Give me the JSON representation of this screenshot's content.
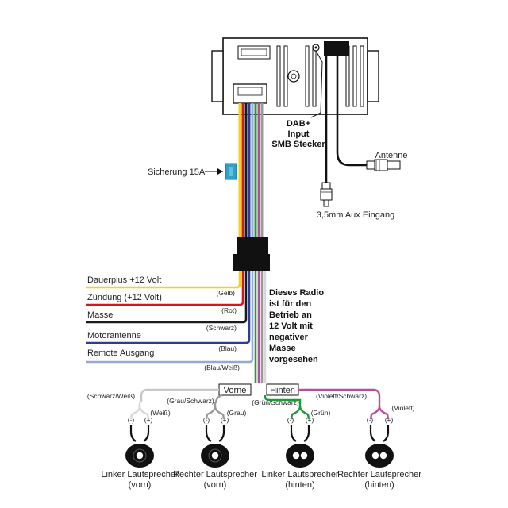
{
  "wire_colors": {
    "yellow": "#f2d21b",
    "red": "#d8161e",
    "black": "#1a1a1a",
    "blue": "#2b3d9a",
    "blue_white": "#9aa6d6",
    "white": "#d8d8d8",
    "grey": "#9a9a9a",
    "green": "#1f9a3a",
    "violet": "#b74e9a",
    "orange": "#e88a1a",
    "fuse": "#2fa0c8"
  },
  "top": {
    "dab_label": [
      "DAB+",
      "Input",
      "SMB Stecker"
    ],
    "antenna_label": "Antenne",
    "aux_label": "3,5mm Aux Eingang",
    "fuse_label": "Sicherung 15A"
  },
  "wires": [
    {
      "label": "Dauerplus +12 Volt",
      "color_label": "(Gelb)"
    },
    {
      "label": "Zündung (+12 Volt)",
      "color_label": "(Rot)"
    },
    {
      "label": "Masse",
      "color_label": "(Schwarz)"
    },
    {
      "label": "Motorantenne",
      "color_label": "(Blau)"
    },
    {
      "label": "Remote Ausgang",
      "color_label": "(Blau/Weiß)"
    }
  ],
  "note": [
    "Dieses Radio",
    "ist für den",
    "Betrieb an",
    "12 Volt mit",
    "negativer",
    "Masse",
    "vorgesehen"
  ],
  "groups": {
    "front": "Vorne",
    "rear": "Hinten",
    "bundle_label": "(Grün/Schwarz)"
  },
  "speakers": [
    {
      "neg": "(Schwarz/Weiß)",
      "pos": "(Weiß)",
      "minus": "(-)",
      "plus": "(+)",
      "name": [
        "Linker Lautsprecher",
        "(vorn)"
      ]
    },
    {
      "neg": "(Grau/Schwarz)",
      "pos": "(Grau)",
      "minus": "(-)",
      "plus": "(+)",
      "name": [
        "Rechter Lautsprecher",
        "(vorn)"
      ]
    },
    {
      "neg": "",
      "pos": "(Grün)",
      "minus": "(-)",
      "plus": "(+)",
      "name": [
        "Linker Lautsprecher",
        "(hinten)"
      ]
    },
    {
      "neg": "(Violett/Schwarz)",
      "pos": "(Violett)",
      "minus": "(-)",
      "plus": "(+)",
      "name": [
        "Rechter Lautsprecher",
        "(hinten)"
      ]
    }
  ]
}
